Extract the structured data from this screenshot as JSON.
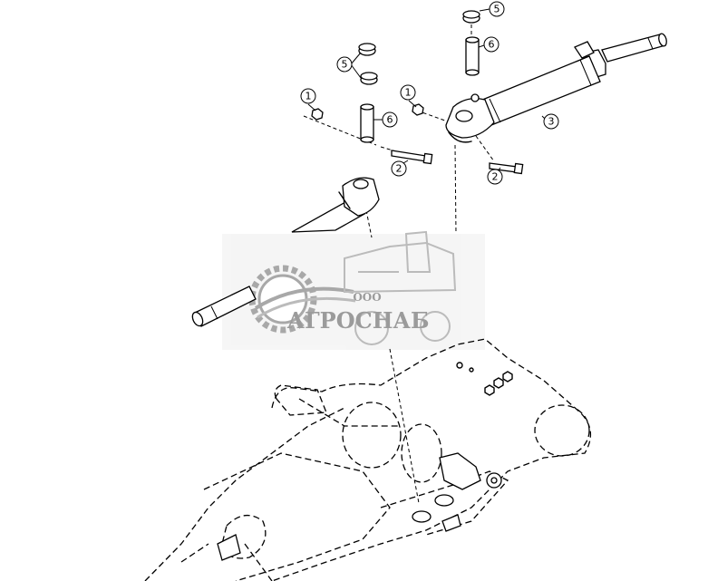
{
  "callouts": {
    "c1": "1",
    "c2": "2",
    "c3": "3",
    "c5": "5",
    "c6": "6"
  },
  "watermark": {
    "prefix": "ООО",
    "brand": "АГРОСНАБ",
    "color": "#8a8a8a"
  }
}
